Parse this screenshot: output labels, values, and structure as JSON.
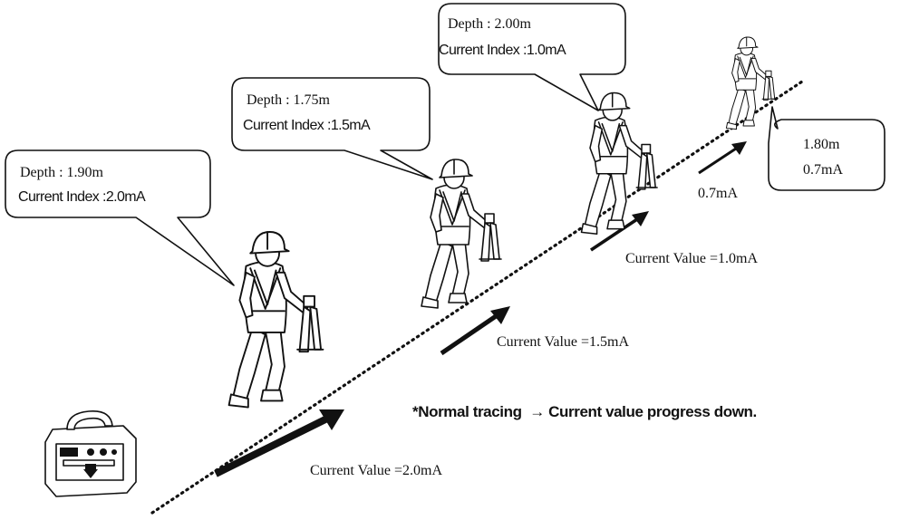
{
  "callouts": [
    {
      "line1": "Depth : 1.90m",
      "line2": "Current Index :2.0mA"
    },
    {
      "line1": "Depth : 1.75m",
      "line2": "Current Index :1.5mA"
    },
    {
      "line1": "Depth : 2.00m",
      "line2": "Current Index :1.0mA"
    },
    {
      "line1": "1.80m",
      "line2": "0.7mA"
    }
  ],
  "current_labels": [
    "Current Value =2.0mA",
    "Current Value =1.5mA",
    "Current Value =1.0mA",
    "0.7mA"
  ],
  "note": "*Normal tracing  → Current value progress down."
}
